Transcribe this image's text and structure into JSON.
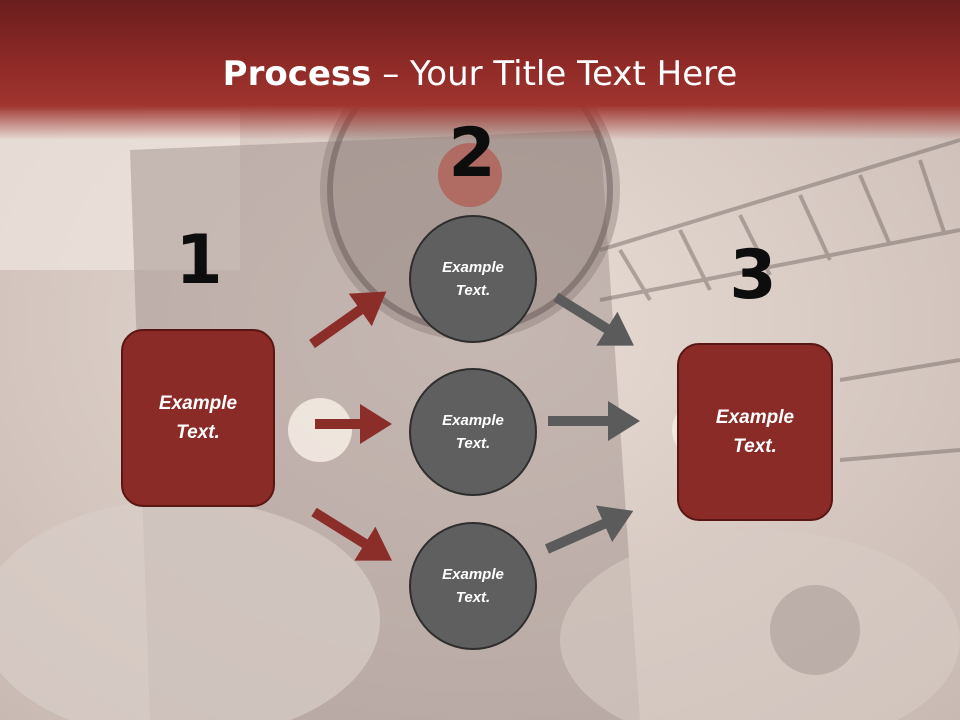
{
  "title": {
    "bold": "Process",
    "dash": " – ",
    "rest": "Your Title Text Here"
  },
  "steps": {
    "one": "1",
    "two": "2",
    "three": "3"
  },
  "left_box": {
    "line1": "Example",
    "line2": "Text."
  },
  "right_box": {
    "line1": "Example",
    "line2": "Text."
  },
  "circles": [
    {
      "line1": "Example",
      "line2": "Text."
    },
    {
      "line1": "Example",
      "line2": "Text."
    },
    {
      "line1": "Example",
      "line2": "Text."
    }
  ],
  "colors": {
    "accent_red": "#8a2b27",
    "circle_gray": "#5f5f5f",
    "arrow_red": "#8b2d29",
    "arrow_gray": "#5b5b5b"
  }
}
